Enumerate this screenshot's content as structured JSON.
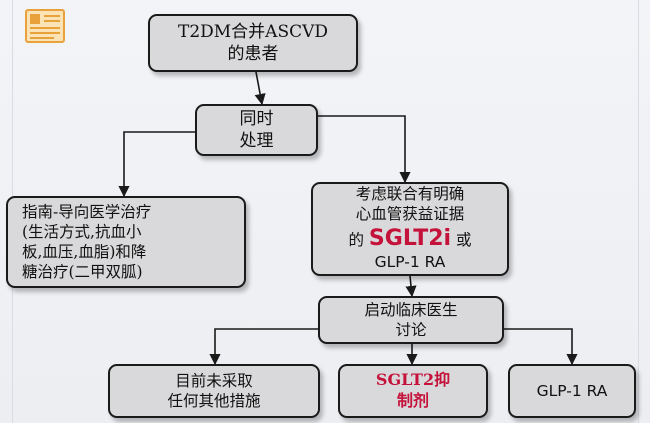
{
  "nodes": {
    "patient": {
      "lines": [
        "T2DM合并ASCVD",
        "的患者"
      ]
    },
    "simultaneous": {
      "lines": [
        "同时",
        "处理"
      ]
    },
    "guideline": {
      "lines": [
        "指南-导向医学治疗",
        "(生活方式,抗血小",
        "板,血压,血脂)和降",
        "糖治疗(二甲双胍)"
      ]
    },
    "consider": {
      "line1": "考虑联合有明确",
      "line2": "心血管获益证据",
      "line3_prefix": "的",
      "line3_highlight": "SGLT2i",
      "line3_suffix": "或",
      "line4": "GLP-1 RA"
    },
    "consult": {
      "lines": [
        "启动临床医生",
        "讨论"
      ]
    },
    "no_other": {
      "lines": [
        "目前未采取",
        "任何其他措施"
      ]
    },
    "sglt2": {
      "lines": [
        "SGLT2抑",
        "制剂"
      ]
    },
    "glp1": {
      "lines": [
        "GLP-1 RA"
      ]
    }
  },
  "colors": {
    "box_fill": "#d9d9db",
    "border": "#1a1a1a",
    "highlight": "#c4123a",
    "logo": "#e9a23b"
  },
  "icons": {
    "logo": "document-icon"
  }
}
